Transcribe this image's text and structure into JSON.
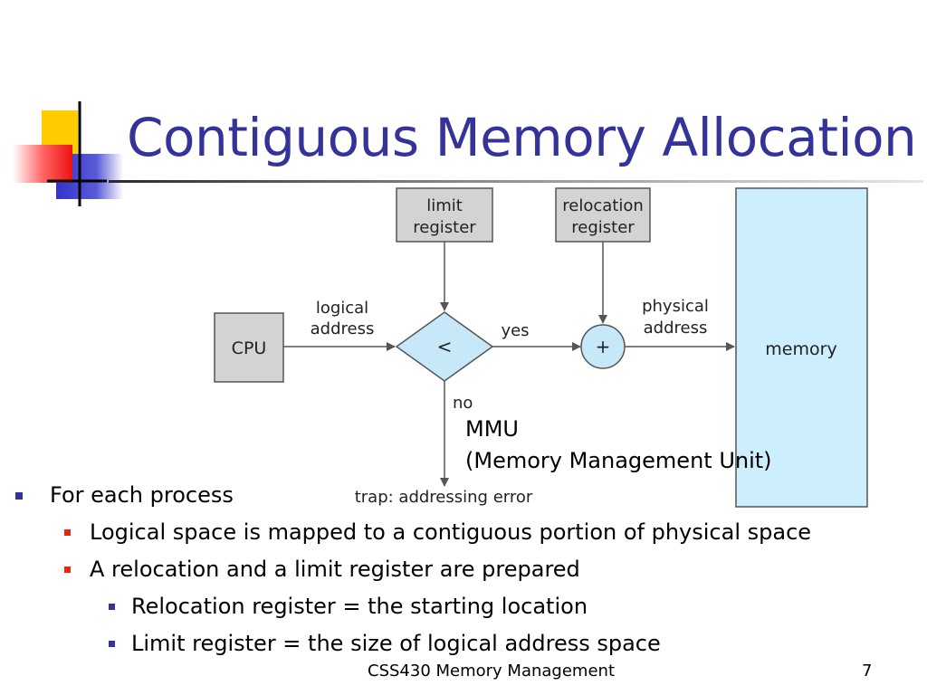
{
  "slide": {
    "title": "Contiguous Memory Allocation",
    "footer": "CSS430 Memory Management",
    "page_number": "7"
  },
  "diagram": {
    "limit_register": [
      "limit",
      "register"
    ],
    "relocation_register": [
      "relocation",
      "register"
    ],
    "cpu": "CPU",
    "logical_address": [
      "logical",
      "address"
    ],
    "compare_symbol": "<",
    "yes_label": "yes",
    "no_label": "no",
    "adder_symbol": "+",
    "physical_address": [
      "physical",
      "address"
    ],
    "memory": "memory",
    "trap": "trap: addressing error",
    "mmu_label": "MMU",
    "mmu_full": "(Memory Management Unit)",
    "colors": {
      "register_fill": "#d3d3d3",
      "diamond_fill": "#c6e8f8",
      "memory_fill": "#cdeefc",
      "stroke": "#555555"
    }
  },
  "bullets": [
    {
      "level": 1,
      "text": "For each process"
    },
    {
      "level": 2,
      "text": "Logical space is mapped to a contiguous portion of physical space"
    },
    {
      "level": 2,
      "text": "A relocation and a limit register are prepared"
    },
    {
      "level": 3,
      "text": "Relocation register = the starting location"
    },
    {
      "level": 3,
      "text": "Limit register = the size of logical address space"
    }
  ],
  "colors": {
    "title": "#333399",
    "bullet_level1": "#333399",
    "bullet_level2": "#e8250f",
    "bullet_level3": "#333399"
  }
}
